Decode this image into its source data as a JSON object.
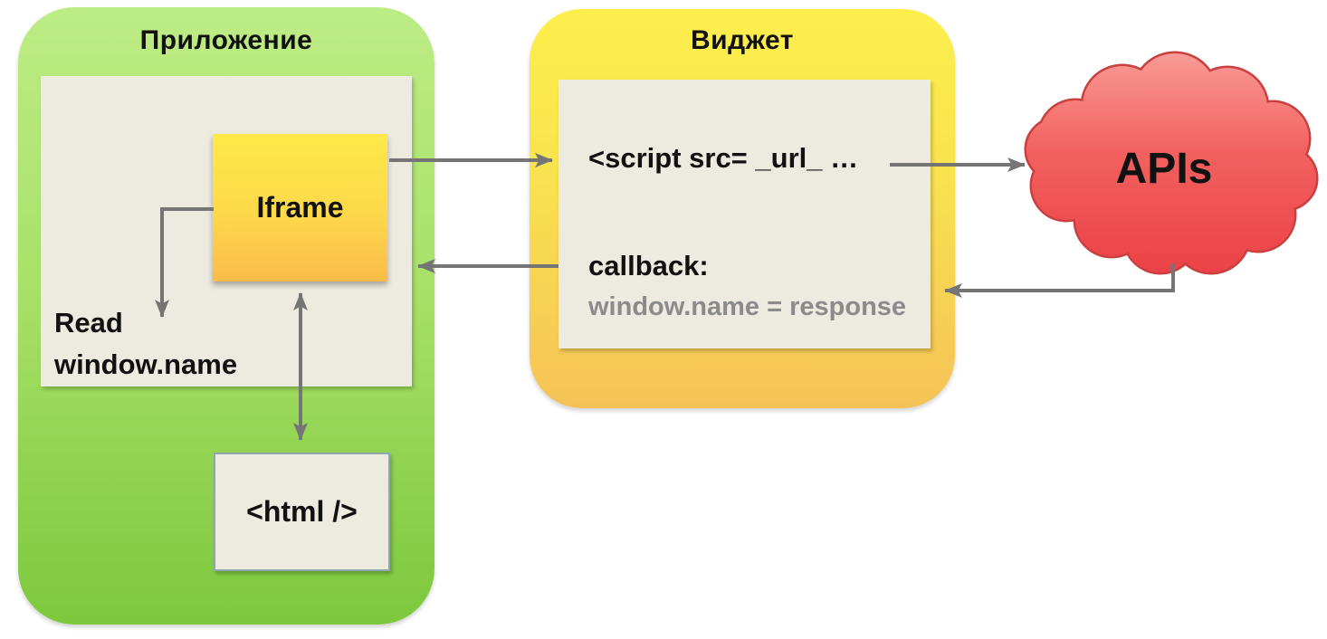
{
  "diagram": {
    "app": {
      "title": "Приложение",
      "iframe_label": "Iframe",
      "read_line1": "Read",
      "read_line2": "window.name",
      "html_label": "<html />"
    },
    "widget": {
      "title": "Виджет",
      "script_label": "<script src= _url_ …",
      "callback_label": "callback:",
      "response_label": "window.name = response"
    },
    "cloud": {
      "label": "APIs"
    },
    "colors": {
      "app_gradient_top": "#bdec85",
      "app_gradient_bottom": "#7dc83d",
      "widget_gradient_top": "#fcef4c",
      "widget_gradient_bottom": "#f5c257",
      "iframe_gradient_top": "#ffe947",
      "iframe_gradient_bottom": "#fbbc49",
      "panel_beige": "#edeadf",
      "cloud_red_top": "#f99a95",
      "cloud_red_bottom": "#ec4247",
      "cloud_outline": "#c8403f",
      "arrow_gray": "#757575",
      "html_box_border": "#8fa8ad",
      "response_text_gray": "#8b8b8b",
      "label_black": "#111111"
    }
  }
}
